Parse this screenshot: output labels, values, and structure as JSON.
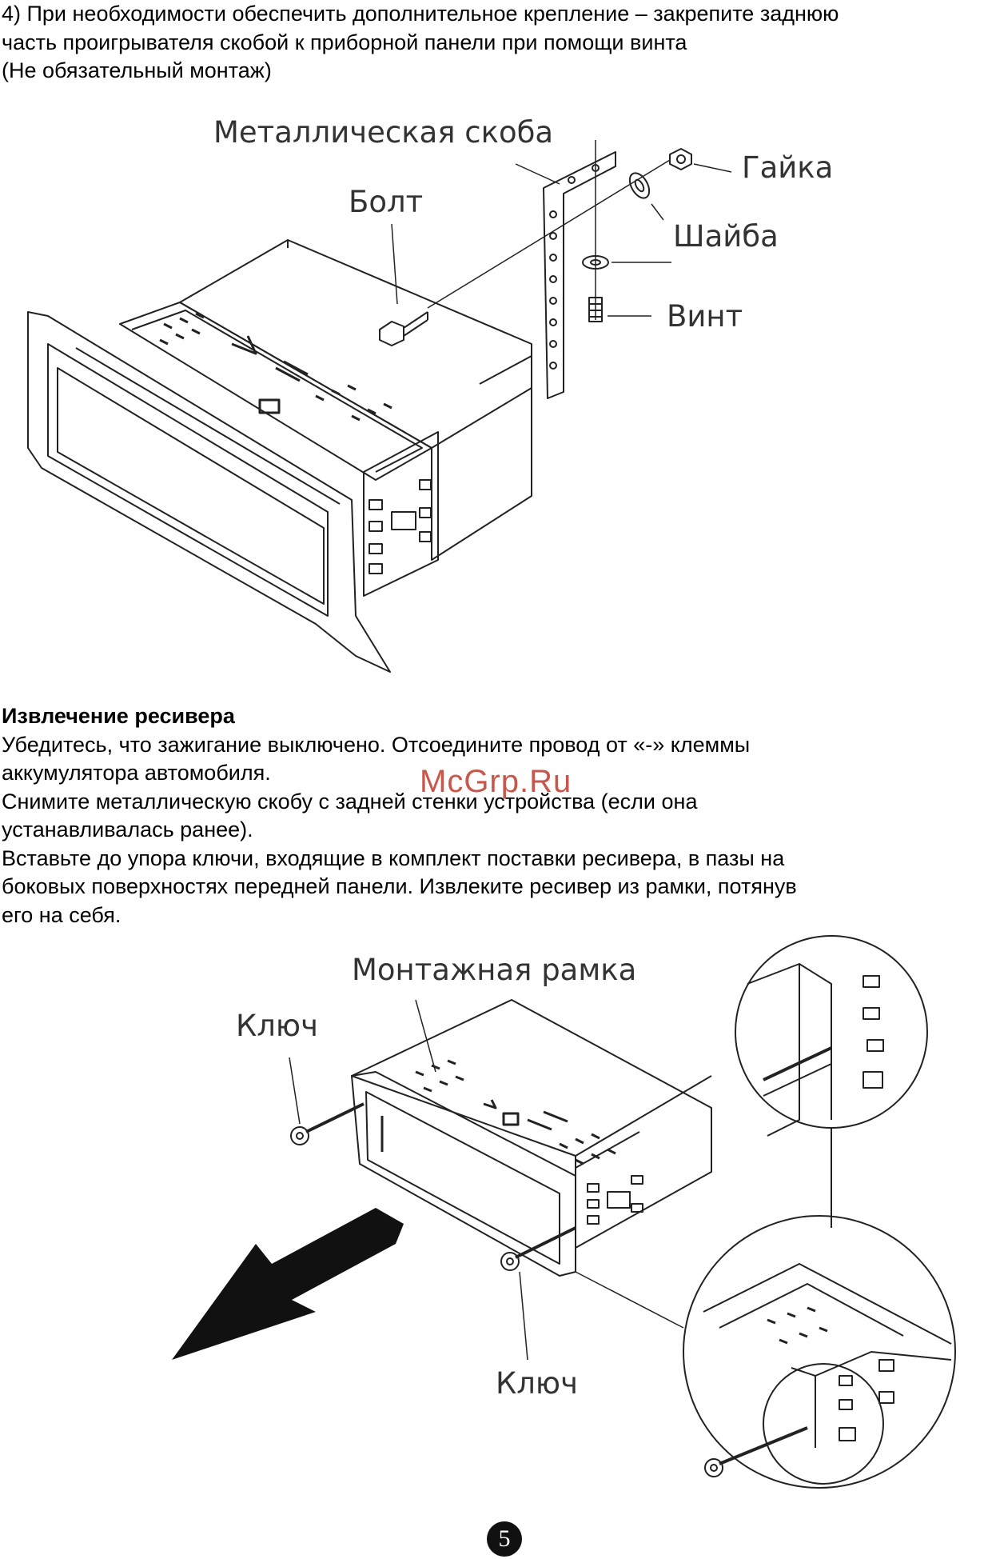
{
  "step4": {
    "lines": [
      "4) При необходимости обеспечить дополнительное крепление – закрепите заднюю",
      "часть проигрывателя скобой к приборной панели при помощи винта",
      "(Не обязательный монтаж)"
    ]
  },
  "figure1": {
    "labels": {
      "bracket": "Металлическая скоба",
      "bolt": "Болт",
      "nut": "Гайка",
      "washer": "Шайба",
      "screw": "Винт"
    }
  },
  "removal": {
    "heading": "Извлечение ресивера",
    "lines": [
      "Убедитесь, что зажигание выключено. Отсоедините провод от «-» клеммы",
      "аккумулятора автомобиля.",
      "Снимите металлическую скобу с задней стенки устройства (если она",
      "устанавливалась ранее).",
      "Вставьте до упора ключи, входящие в комплект поставки ресивера, в пазы на",
      "боковых поверхностях передней панели. Извлеките ресивер из рамки, потянув",
      "его на себя."
    ]
  },
  "figure2": {
    "labels": {
      "frame": "Монтажная рамка",
      "key_top": "Ключ",
      "key_bottom": "Ключ"
    }
  },
  "watermark": "McGrp.Ru",
  "page_number": "5"
}
